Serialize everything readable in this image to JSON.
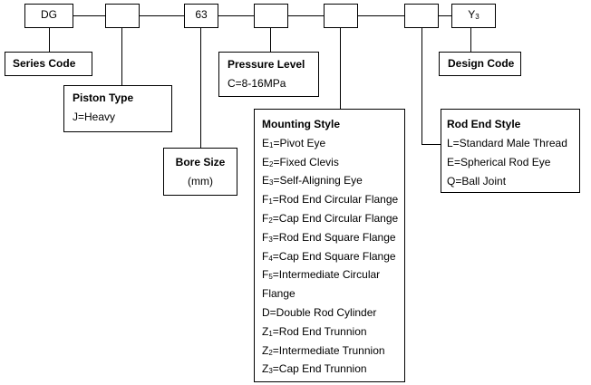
{
  "codes": {
    "series": "DG",
    "piston": "",
    "bore": "63",
    "pressure": "",
    "mounting": "",
    "rod_end": "",
    "design_main": "Y",
    "design_sub": "3"
  },
  "series_code": {
    "title": "Series Code"
  },
  "piston_type": {
    "title": "Piston Type",
    "line1": "J=Heavy"
  },
  "pressure_level": {
    "title": "Pressure Level",
    "line1": "C=8-16MPa"
  },
  "design_code": {
    "title": "Design Code"
  },
  "bore_size": {
    "title": "Bore Size",
    "unit": "(mm)"
  },
  "rod_end_style": {
    "title": "Rod End Style",
    "items": [
      "L=Standard Male Thread",
      "E=Spherical Rod Eye",
      "Q=Ball Joint"
    ]
  },
  "mounting_style": {
    "title": "Mounting Style",
    "items": [
      {
        "l": "E",
        "s": "1",
        "t": "=Pivot Eye"
      },
      {
        "l": "E",
        "s": "2",
        "t": "=Fixed Clevis"
      },
      {
        "l": "E",
        "s": "3",
        "t": "=Self-Aligning Eye"
      },
      {
        "l": "F",
        "s": "1",
        "t": "=Rod End Circular Flange"
      },
      {
        "l": "F",
        "s": "2",
        "t": "=Cap End Circular Flange"
      },
      {
        "l": "F",
        "s": "3",
        "t": "=Rod End Square Flange"
      },
      {
        "l": "F",
        "s": "4",
        "t": "=Cap End Square Flange"
      },
      {
        "l": "F",
        "s": "5",
        "t": "=Intermediate Circular"
      },
      {
        "l": "",
        "s": "",
        "t": "Flange"
      },
      {
        "l": "",
        "s": "",
        "t": "D=Double Rod Cylinder"
      },
      {
        "l": "Z",
        "s": "1",
        "t": "=Rod End Trunnion"
      },
      {
        "l": "Z",
        "s": "2",
        "t": "=Intermediate Trunnion"
      },
      {
        "l": "Z",
        "s": "3",
        "t": "=Cap End Trunnion"
      }
    ]
  }
}
